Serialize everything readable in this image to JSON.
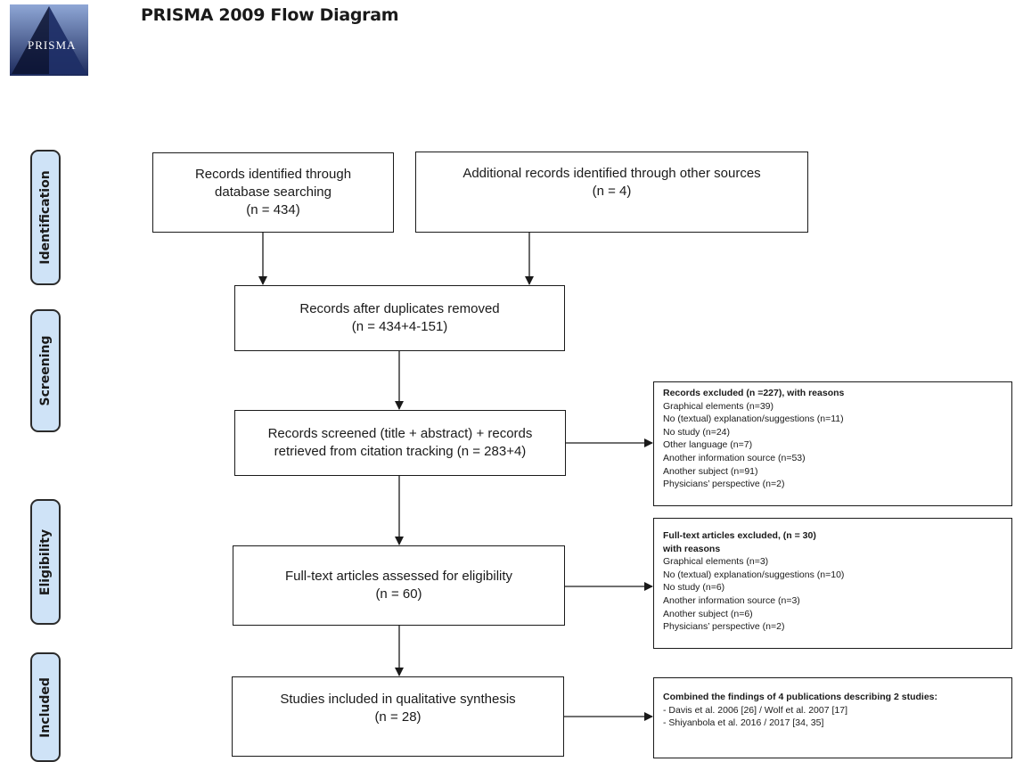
{
  "header": {
    "title": "PRISMA 2009 Flow Diagram",
    "logo_text": "PRISMA",
    "logo_colors": {
      "top": "#8fa7d6",
      "bottom": "#1c2a5c",
      "triangle": "#0b1230"
    }
  },
  "phases": [
    "Identification",
    "Screening",
    "Eligibility",
    "Included"
  ],
  "phase_color": "#cfe3f7",
  "boxes": {
    "identified": {
      "line1": "Records identified through",
      "line2": "database searching",
      "line3": "(n = 434)"
    },
    "additional": {
      "line1": "Additional records identified through other sources",
      "line2": "(n =  4)"
    },
    "duplicates": {
      "line1": "Records after duplicates removed",
      "line2": "(n = 434+4-151)"
    },
    "screened": {
      "line1": "Records screened (title + abstract) + records",
      "line2": "retrieved from citation tracking (n = 283+4)"
    },
    "eligibility": {
      "line1": "Full-text articles assessed for eligibility",
      "line2": "(n = 60)"
    },
    "included": {
      "line1": "Studies included in qualitative synthesis",
      "line2": "(n = 28)"
    }
  },
  "excluded_records": {
    "heading": "Records excluded (n =227), with reasons",
    "items": [
      "Graphical elements (n=39)",
      "No (textual) explanation/suggestions (n=11)",
      "No study (n=24)",
      "Other language (n=7)",
      "Another information source (n=53)",
      "Another subject (n=91)",
      "Physicians’ perspective (n=2)"
    ]
  },
  "excluded_fulltext": {
    "heading": "Full-text articles excluded, (n = 30)",
    "subheading": "with reasons",
    "items": [
      "Graphical elements (n=3)",
      "No (textual) explanation/suggestions (n=10)",
      "No study (n=6)",
      "Another information source (n=3)",
      "Another subject (n=6)",
      "Physicians’ perspective (n=2)"
    ]
  },
  "combined": {
    "heading": "Combined the findings of 4 publications describing 2 studies:",
    "items": [
      "- Davis et al. 2006 [26] / Wolf et al. 2007 [17]",
      "- Shiyanbola et al. 2016 / 2017 [34, 35]"
    ]
  }
}
